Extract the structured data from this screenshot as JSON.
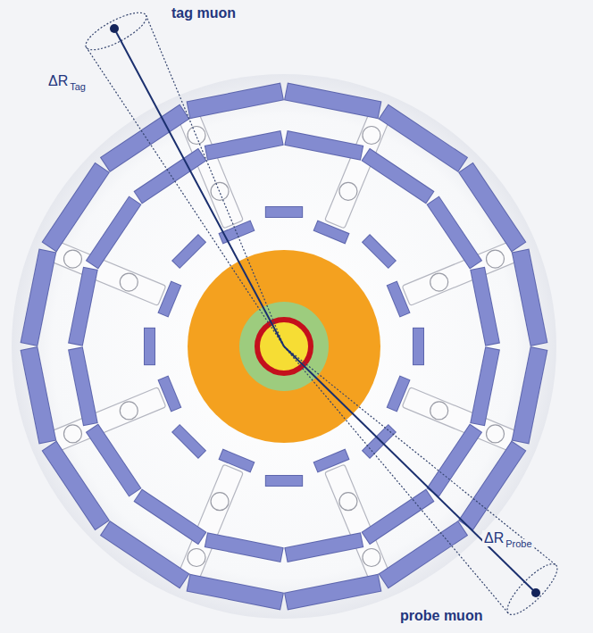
{
  "diagram": {
    "labels": [
      "tag muon",
      "ΔR",
      "Tag",
      "ΔR",
      "Probe",
      "probe muon"
    ]
  }
}
